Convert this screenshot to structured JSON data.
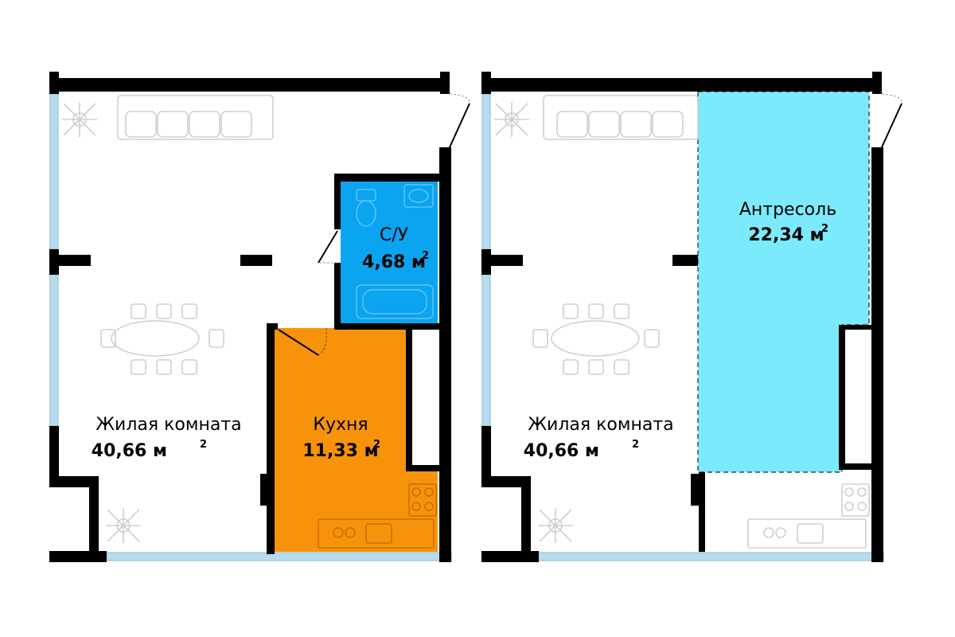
{
  "colors": {
    "wall": "#000000",
    "bathroom": "#0aa4f0",
    "kitchen": "#f7930a",
    "mezzanine": "#7beafc",
    "window": "#b8dcef",
    "furniture": "#cfcfcf"
  },
  "plans": [
    {
      "rooms": [
        {
          "label": "Жилая комната",
          "area": "40,66 м",
          "sup": "2"
        },
        {
          "label": "С/У",
          "area": "4,68 м",
          "sup": "2"
        },
        {
          "label": "Кухня",
          "area": "11,33 м",
          "sup": "2"
        }
      ]
    },
    {
      "rooms": [
        {
          "label": "Жилая комната",
          "area": "40,66 м",
          "sup": "2"
        },
        {
          "label": "Антресоль",
          "area": "22,34 м",
          "sup": "2"
        }
      ]
    }
  ],
  "icons": [
    "sofa-icon",
    "plant-icon",
    "dining-table-icon",
    "toilet-icon",
    "sink-icon",
    "bathtub-icon",
    "stove-icon",
    "door-icon"
  ]
}
